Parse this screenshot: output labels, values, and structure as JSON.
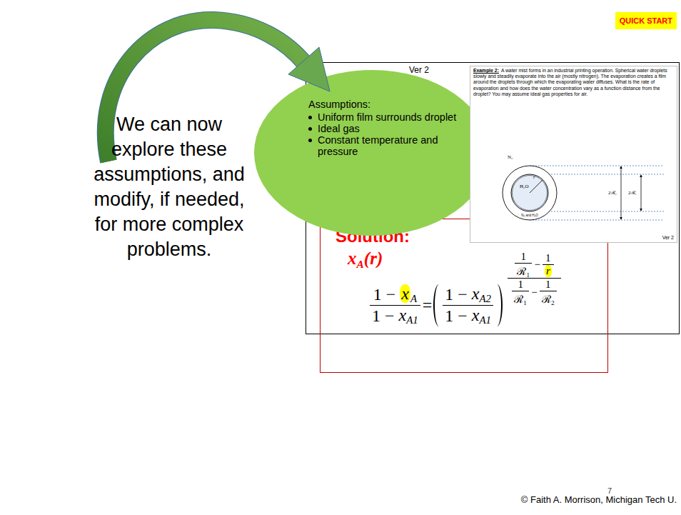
{
  "diagram": {
    "nodes": [
      {
        "text": [
          "QUICK START"
        ]
      },
      {
        "text": [
          "Ver 2"
        ]
      },
      {
        "text": [
          "Assumptions:",
          "Uniform film surrounds droplet",
          "Ideal gas",
          "Constant temperature and pressure"
        ],
        "in": 1
      },
      {
        "text": [
          "Example 2:",
          "A water mist forms in an industrial printing operation. Spherical water droplets slowly and steadily evaporate into the air (mostly nitrogen). The evaporation creates a film around the droplets through which the evaporating water diffuses. What is the rate of evaporation and how does the water concentration vary as a function distance from the droplet? You may assume ideal gas properties for air.",
          "Ver 2"
        ],
        "in": 1
      },
      {
        "text": [
          "Solution:",
          "x",
          "A",
          "(r)",
          "1 −",
          "x",
          "A",
          "1 −",
          "x",
          "A1",
          "=",
          "1 −",
          "x",
          "A2",
          "1 −",
          "x",
          "A1",
          "1",
          "ℛ₁",
          "−",
          "1",
          "r",
          "1",
          "ℛ₁",
          "−",
          "1",
          "ℛ₂"
        ],
        "in": 1
      }
    ],
    "labels": [
      "We can now explore these assumptions, and modify, if needed, for more complex problems.",
      "N₂",
      "H₂O",
      "r",
      "2ℛ₂",
      "2ℛ₁",
      "N₂ and H₂O",
      "7",
      "© Faith A. Morrison, Michigan Tech U."
    ]
  }
}
